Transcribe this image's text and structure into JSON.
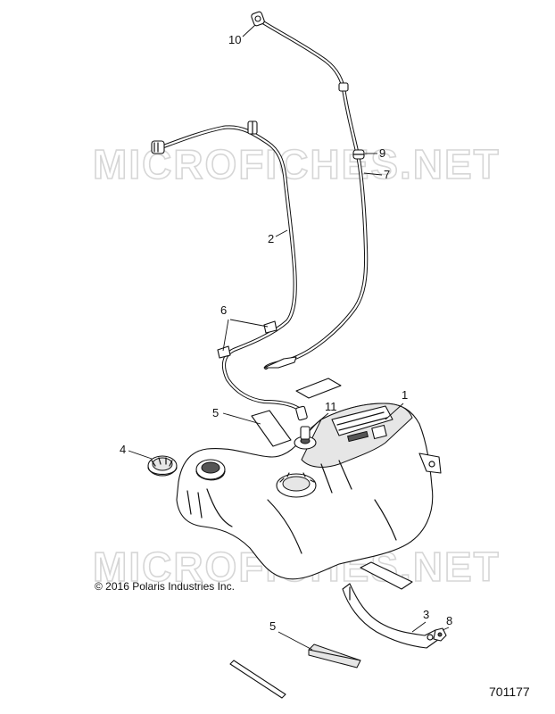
{
  "watermark": {
    "text": "MICROFICHES.NET"
  },
  "copyright": "© 2016 Polaris Industries Inc.",
  "reference_number": "701177",
  "callouts": {
    "c1": "1",
    "c2": "2",
    "c3": "3",
    "c4": "4",
    "c5a": "5",
    "c5b": "5",
    "c6": "6",
    "c7": "7",
    "c8": "8",
    "c9": "9",
    "c10": "10",
    "c11": "11"
  }
}
